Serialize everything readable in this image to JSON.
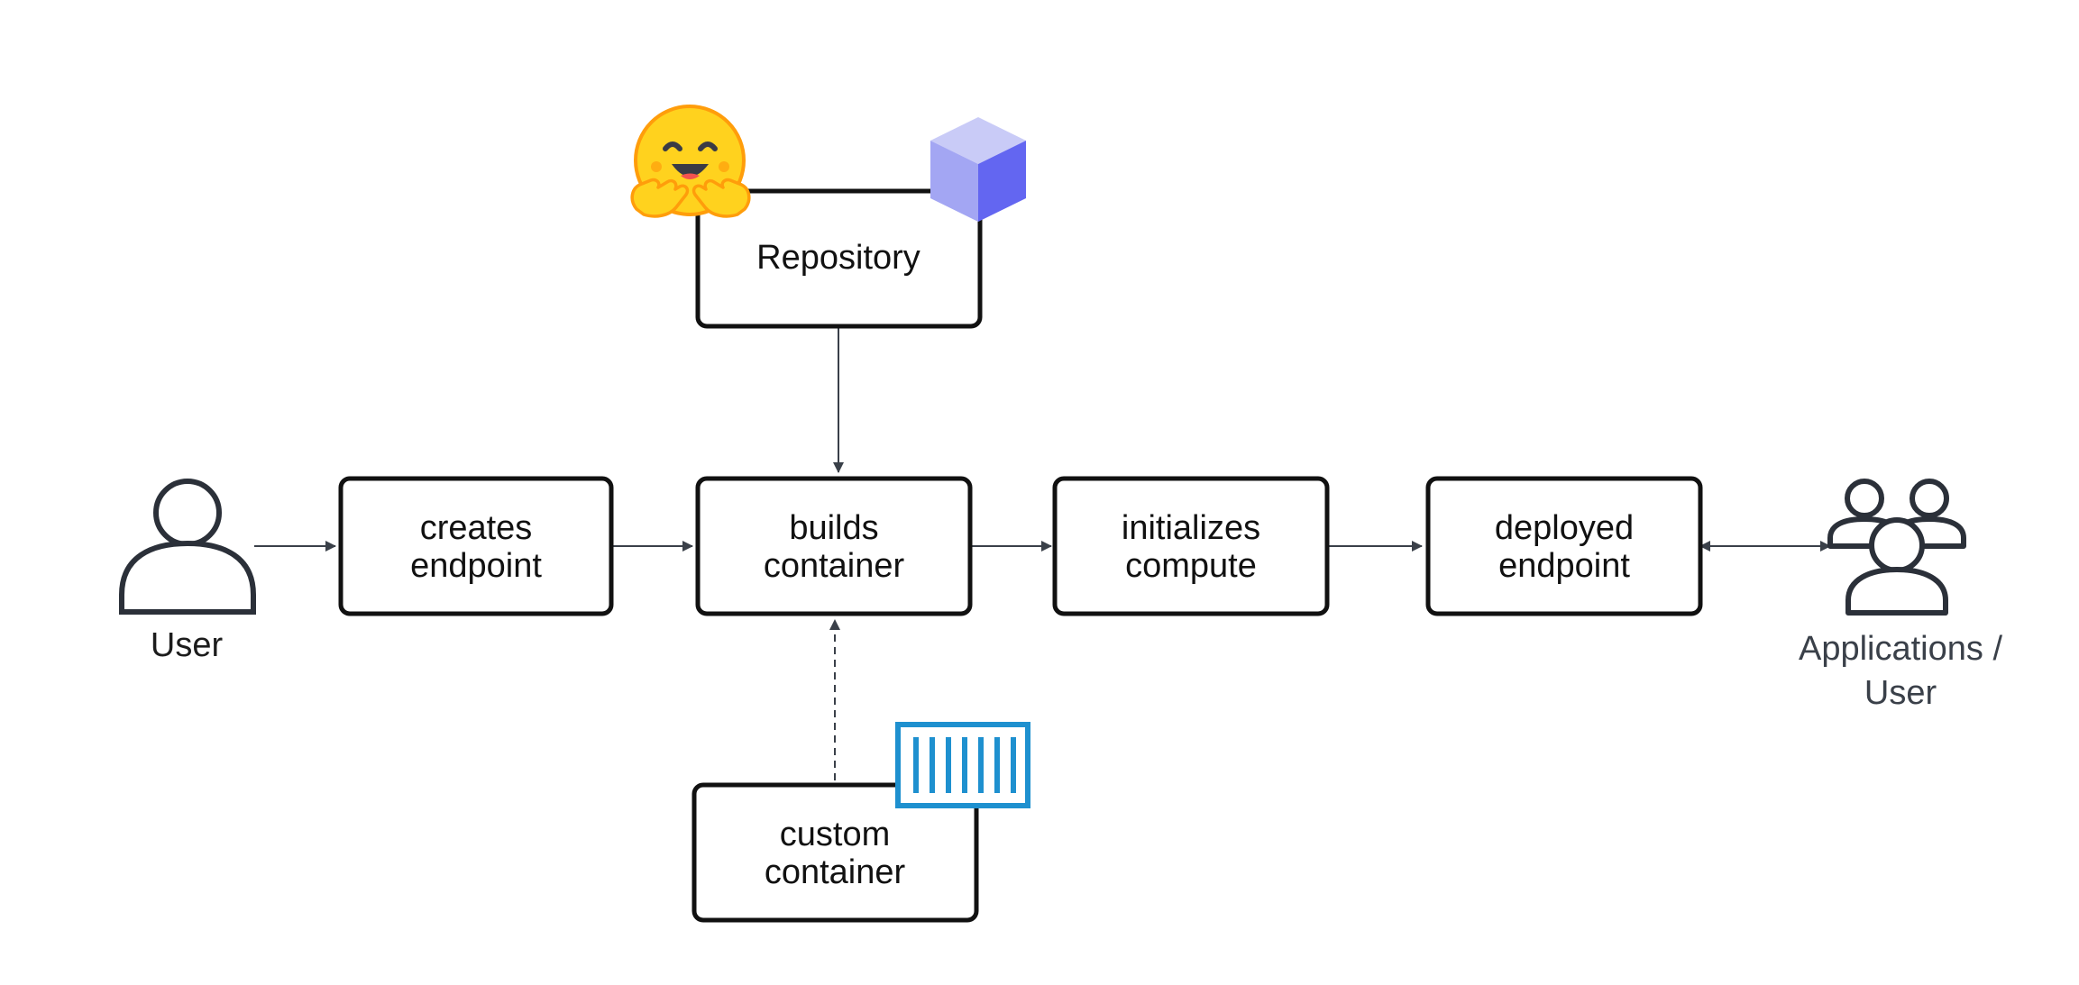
{
  "diagram": {
    "nodes": {
      "repository": {
        "line1": "Repository"
      },
      "creates_endpoint": {
        "line1": "creates",
        "line2": "endpoint"
      },
      "builds_container": {
        "line1": "builds",
        "line2": "container"
      },
      "initializes_compute": {
        "line1": "initializes",
        "line2": "compute"
      },
      "deployed_endpoint": {
        "line1": "deployed",
        "line2": "endpoint"
      },
      "custom_container": {
        "line1": "custom",
        "line2": "container"
      }
    },
    "actors": {
      "user": {
        "label": "User"
      },
      "applications": {
        "line1": "Applications /",
        "line2": "User"
      }
    },
    "icons": {
      "repository_icons": [
        "hugging-face-emoji-icon",
        "cube-icon"
      ],
      "custom_container_icon": "container-icon"
    },
    "colors": {
      "box_stroke": "#111111",
      "arrow": "#3a4049",
      "cube_light": "#c9cbf7",
      "cube_mid": "#a3a6f3",
      "cube_dark": "#6366f1",
      "container_blue": "#1e90cf",
      "hf_yellow": "#ffd21e",
      "hf_orange": "#ff9d0b"
    }
  }
}
